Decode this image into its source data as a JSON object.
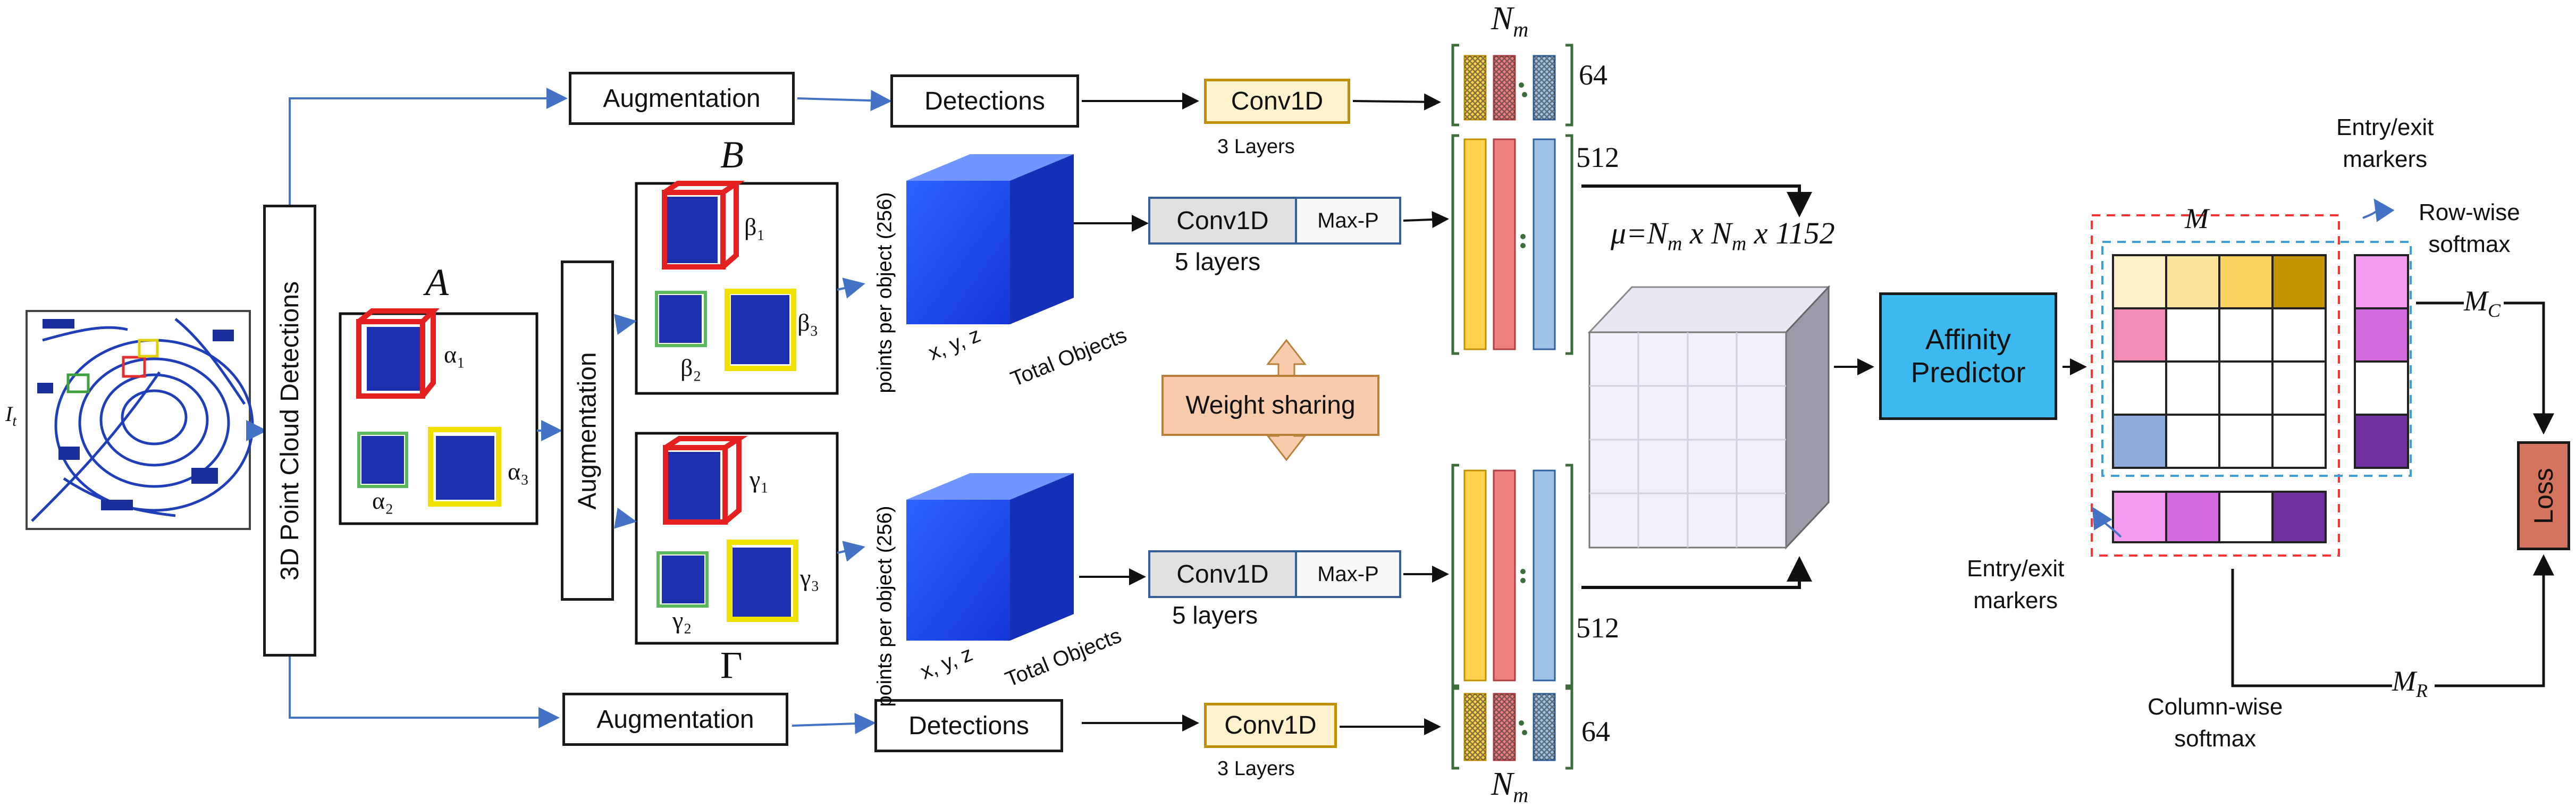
{
  "frames": {
    "input": "I",
    "input_sub": "t"
  },
  "detection_box": "3D Point Cloud Detections",
  "augmentation": "Augmentation",
  "detections": "Detections",
  "conv_small": {
    "label": "Conv1D",
    "layers": "3 Layers"
  },
  "conv_big": {
    "label": "Conv1D",
    "pool": "Max-P",
    "layers": "5 layers"
  },
  "sets": {
    "A": {
      "title": "A",
      "items": [
        "α₁",
        "α₂",
        "α₃"
      ]
    },
    "B": {
      "title": "B",
      "items": [
        "β₁",
        "β₂",
        "β₃"
      ]
    },
    "G": {
      "title": "Γ",
      "items": [
        "γ₁",
        "γ₂",
        "γ₃"
      ]
    }
  },
  "cube_labels": {
    "points": "points per object (256)",
    "xyz": "x, y, z",
    "total": "Total Objects"
  },
  "weight_sharing": "Weight sharing",
  "feature_dims": {
    "nm": "N",
    "nm_sub": "m",
    "d64": "64",
    "d512": "512"
  },
  "mu_formula": "μ=N",
  "mu_parts": {
    "a_sub": "m",
    "x1": " x N",
    "b_sub": "m",
    "x2": " x 1152"
  },
  "affinity": {
    "line1": "Affinity",
    "line2": "Predictor"
  },
  "matrix": {
    "label": "M",
    "cells": [
      [
        "#fdf0c6",
        "#fae39a",
        "#f9d15f",
        "#c29400"
      ],
      [
        "#f28bb5",
        "#ffffff",
        "#ffffff",
        "#ffffff"
      ],
      [
        "#ffffff",
        "#ffffff",
        "#ffffff",
        "#ffffff"
      ],
      [
        "#8faadc",
        "#ffffff",
        "#ffffff",
        "#ffffff"
      ]
    ],
    "side_column": [
      "#f59cf0",
      "#d26be0",
      "#ffffff",
      "#7030a0"
    ],
    "bottom_row": [
      "#f59cf0",
      "#d26be0",
      "#ffffff",
      "#7030a0"
    ]
  },
  "annotations": {
    "entry_top": [
      "Entry/exit",
      "markers"
    ],
    "row_softmax": [
      "Row-wise",
      "softmax"
    ],
    "entry_bottom": [
      "Entry/exit",
      "markers"
    ],
    "col_softmax": [
      "Column-wise",
      "softmax"
    ],
    "mc": "M",
    "mc_sub": "C",
    "mr": "M",
    "mr_sub": "R"
  },
  "loss": "Loss",
  "colors": {
    "arrow_blue": "#4472c4",
    "cube_blue": "#2f5ef0",
    "conv_fill": "#fff2cc",
    "conv_border": "#c09000",
    "conv_big_fill": "#e0e0e0",
    "weight_fill": "#f8cbad",
    "affinity_fill": "#3cbaf0",
    "loss_fill": "#d4735e",
    "red_dash": "#ff3333",
    "blue_dash": "#3ba0d8",
    "bar_yellow": "#ffd34d",
    "bar_pink": "#f08080",
    "bar_blue": "#9dc3e6",
    "bracket": "#3b6e3b"
  }
}
